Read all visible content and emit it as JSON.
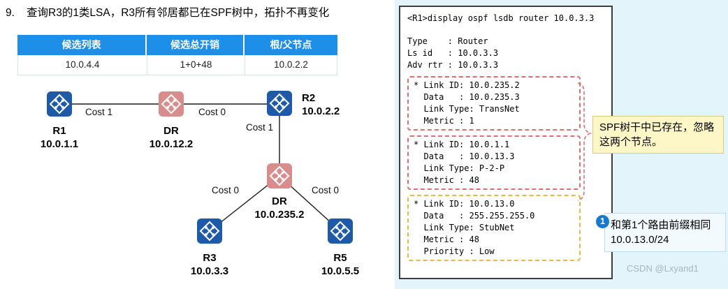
{
  "header": {
    "number": "9.",
    "title": "查询R3的1类LSA，R3所有邻居都已在SPF树中，拓扑不再变化"
  },
  "table": {
    "headers": [
      "候选列表",
      "候选总开销",
      "根/父节点"
    ],
    "rows": [
      [
        "10.0.4.4",
        "1+0+48",
        "10.0.2.2"
      ]
    ]
  },
  "topology": {
    "nodes": [
      {
        "label": "R1",
        "ip": "10.0.1.1",
        "type": "router"
      },
      {
        "label": "DR",
        "ip": "10.0.12.2",
        "type": "dr"
      },
      {
        "label": "R2",
        "ip": "10.0.2.2",
        "type": "router"
      },
      {
        "label": "DR",
        "ip": "10.0.235.2",
        "type": "dr"
      },
      {
        "label": "R3",
        "ip": "10.0.3.3",
        "type": "router"
      },
      {
        "label": "R5",
        "ip": "10.0.5.5",
        "type": "router"
      }
    ],
    "links": [
      {
        "from": "R1",
        "to": "DR 10.0.12.2",
        "cost": "Cost 1"
      },
      {
        "from": "DR 10.0.12.2",
        "to": "R2",
        "cost": "Cost 0"
      },
      {
        "from": "R2",
        "to": "DR 10.0.235.2",
        "cost": "Cost 1"
      },
      {
        "from": "DR 10.0.235.2",
        "to": "R3",
        "cost": "Cost 0"
      },
      {
        "from": "DR 10.0.235.2",
        "to": "R5",
        "cost": "Cost 0"
      }
    ]
  },
  "terminal": {
    "command": "<R1>display ospf lsdb router 10.0.3.3",
    "header": "Type    : Router\nLs id   : 10.0.3.3\nAdv rtr : 10.0.3.3",
    "blocks": [
      {
        "highlight": "red",
        "text": "* Link ID: 10.0.235.2\n  Data   : 10.0.235.3\n  Link Type: TransNet\n  Metric : 1"
      },
      {
        "highlight": "red",
        "text": "* Link ID: 10.0.1.1\n  Data   : 10.0.13.3\n  Link Type: P-2-P\n  Metric : 48"
      },
      {
        "highlight": "yellow",
        "text": "* Link ID: 10.0.13.0\n  Data   : 255.255.255.0\n  Link Type: StubNet\n  Metric : 48\n  Priority : Low"
      }
    ]
  },
  "annotations": {
    "spf_note": "SPF树干中已存在，忽略这两个节点。",
    "marker_number": "1",
    "prefix_note": "和第1个路由前缀相同10.0.13.0/24",
    "watermark": "CSDN @Lxyand1"
  },
  "colors": {
    "table-header-blue": "#1d8fe8",
    "router-blue": "#1e5aa8",
    "dr-pink": "#d98c8c",
    "panel-bg": "#e3f4fb",
    "red-dash": "#e06e6e",
    "yellow-dash": "#e8b93e",
    "note-yellow-bg": "#fdf6c6",
    "note-blue-bg": "#f2fafd",
    "marker-blue": "#1778d2"
  }
}
